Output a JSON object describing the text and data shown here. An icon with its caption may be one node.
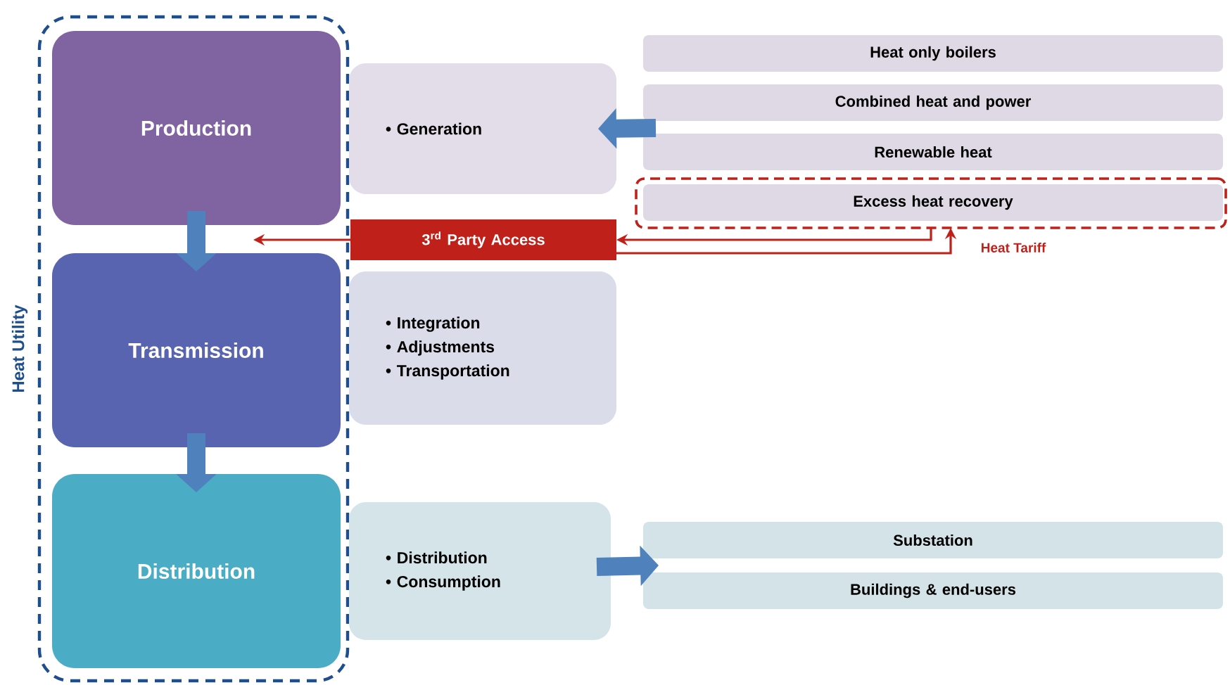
{
  "diagram": {
    "nodes": [
      {
        "text": [
          "Heat Utility"
        ]
      },
      {
        "text": [
          "Production"
        ],
        "in": 0
      },
      {
        "text": [
          "Transmission"
        ],
        "in": 0
      },
      {
        "text": [
          "Distribution"
        ],
        "in": 0
      },
      {
        "text": [
          "• Generation"
        ]
      },
      {
        "text": [
          "• Integration",
          "• Adjustments",
          "• Transportation"
        ]
      },
      {
        "text": [
          "• Distribution",
          "• Consumption"
        ]
      },
      {
        "text": [
          "Heat only boilers"
        ]
      },
      {
        "text": [
          "Combined heat and power"
        ]
      },
      {
        "text": [
          "Renewable heat"
        ]
      },
      {
        "text": [],
        "shape": "box"
      },
      {
        "text": [
          "Excess heat recovery"
        ],
        "in": 10
      },
      {
        "text": [
          "3$^{rd}$ Party Access"
        ]
      },
      {
        "text": [
          "Substation"
        ]
      },
      {
        "text": [
          "Buildings & end-users"
        ]
      }
    ],
    "edges": [
      {
        "from": 1,
        "to": 2,
        "arrow": "to"
      },
      {
        "from": 2,
        "to": 3,
        "arrow": "to"
      },
      {
        "from": 8,
        "to": 4,
        "arrow": "to"
      },
      {
        "from": 6,
        "to": 13,
        "arrow": "to"
      },
      {
        "from": 6,
        "to": 14,
        "arrow": "to"
      },
      {
        "from": 12,
        "to": 1,
        "arrow": "to",
        "color": "#c0201a"
      },
      {
        "from": 10,
        "to": 12,
        "arrow": "to",
        "color": "#c0201a"
      },
      {
        "from": 12,
        "to": 10,
        "arrow": "to",
        "color": "#c0201a",
        "label": "Heat Tariff"
      }
    ]
  }
}
